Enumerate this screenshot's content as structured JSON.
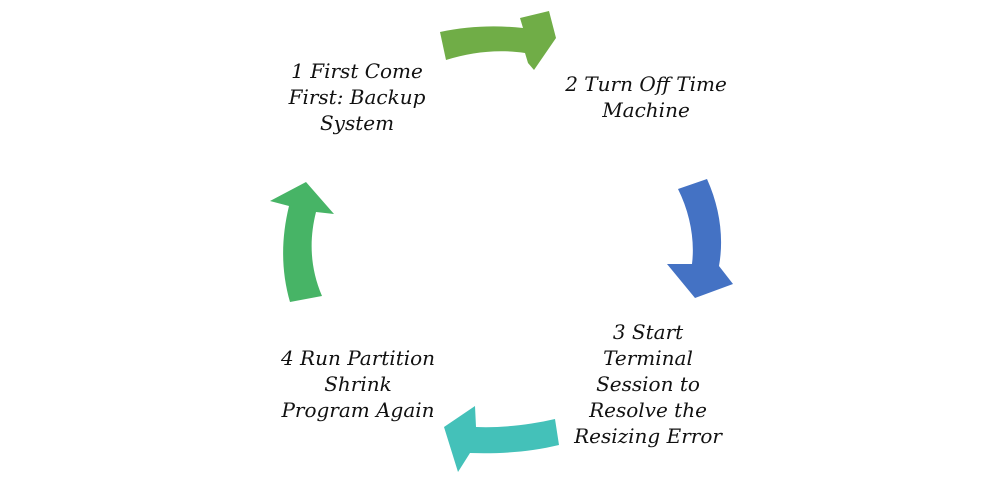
{
  "diagram": {
    "type": "cycle",
    "steps": [
      {
        "lines": [
          "1 First Come",
          "First: Backup",
          "System"
        ]
      },
      {
        "lines": [
          "2 Turn Off Time",
          "Machine"
        ]
      },
      {
        "lines": [
          "3 Start",
          "Terminal",
          "Session to",
          "Resolve the",
          "Resizing Error"
        ]
      },
      {
        "lines": [
          "4 Run Partition",
          "Shrink",
          "Program Again"
        ]
      }
    ],
    "arrows": [
      {
        "from": 1,
        "to": 2,
        "color": "#70ad47"
      },
      {
        "from": 2,
        "to": 3,
        "color": "#4472c4"
      },
      {
        "from": 3,
        "to": 4,
        "color": "#44c1b9"
      },
      {
        "from": 4,
        "to": 1,
        "color": "#47b466"
      }
    ]
  }
}
